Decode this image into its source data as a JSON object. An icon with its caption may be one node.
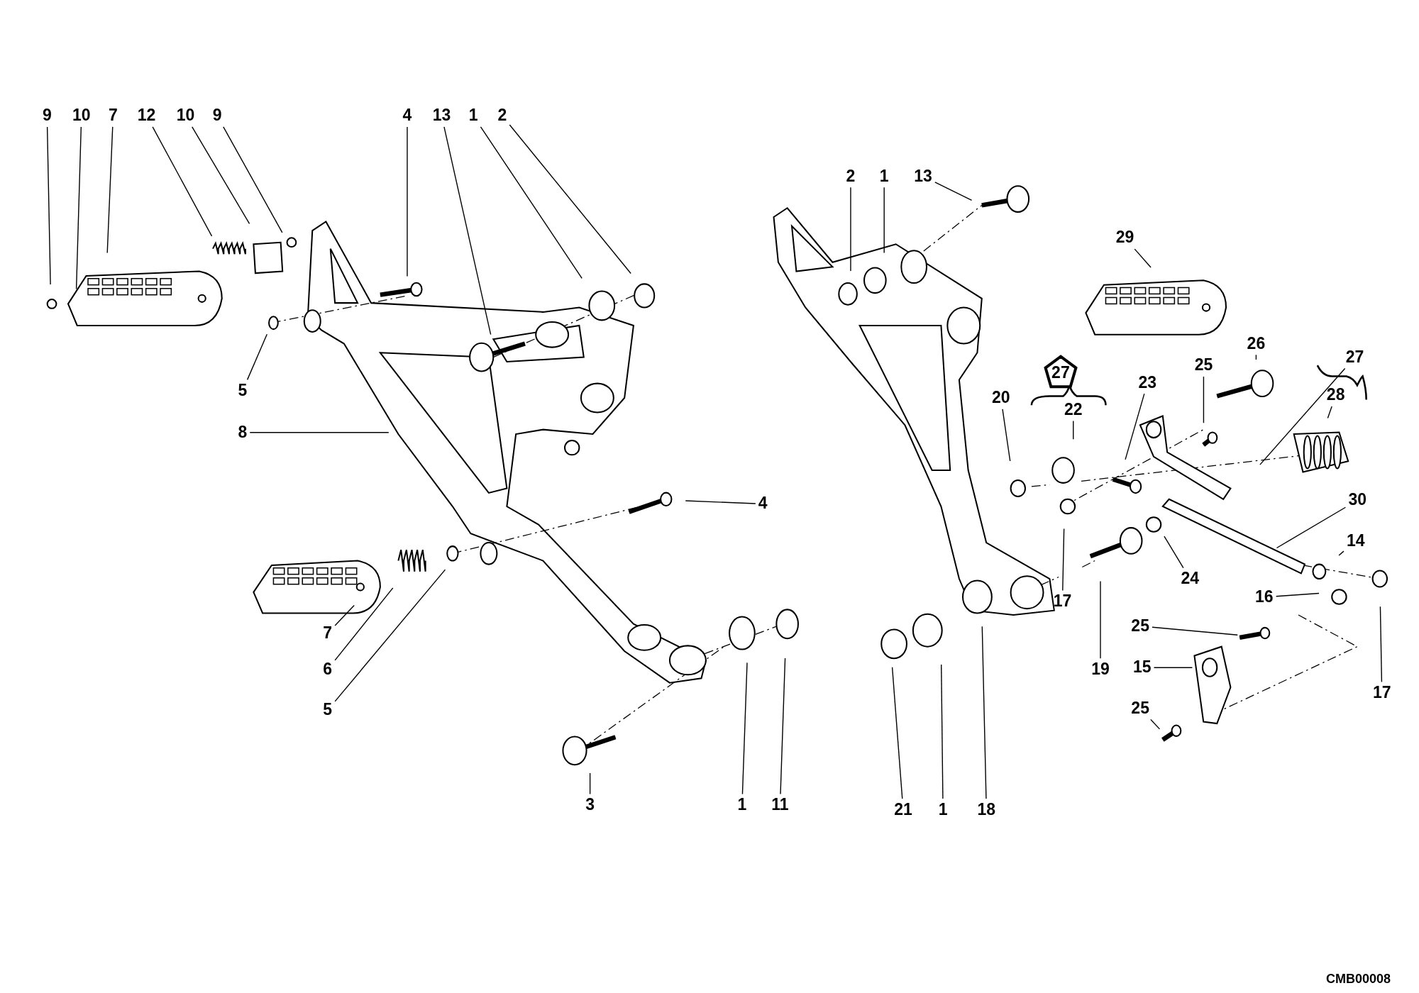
{
  "diagram": {
    "nodes": [
      {
        "text": [
          "9"
        ]
      },
      {
        "text": [
          "10"
        ]
      },
      {
        "text": [
          "7"
        ]
      },
      {
        "text": [
          "12"
        ]
      },
      {
        "text": [
          "10"
        ]
      },
      {
        "text": [
          "9"
        ]
      },
      {
        "text": [
          "4"
        ]
      },
      {
        "text": [
          "13"
        ]
      },
      {
        "text": [
          "1"
        ]
      },
      {
        "text": [
          "2"
        ]
      },
      {
        "text": [
          "5"
        ]
      },
      {
        "text": [
          "8"
        ]
      },
      {
        "text": [
          "4"
        ]
      },
      {
        "text": [
          "7"
        ]
      },
      {
        "text": [
          "6"
        ]
      },
      {
        "text": [
          "5"
        ]
      },
      {
        "text": [
          "3"
        ]
      },
      {
        "text": [
          "1"
        ]
      },
      {
        "text": [
          "11"
        ]
      },
      {
        "text": [
          "2"
        ]
      },
      {
        "text": [
          "1"
        ]
      },
      {
        "text": [
          "13"
        ]
      },
      {
        "text": [
          "29"
        ]
      },
      {
        "text": [
          "26"
        ]
      },
      {
        "text": [
          "25"
        ]
      },
      {
        "text": [
          "23"
        ]
      },
      {
        "text": [
          "20"
        ]
      },
      {
        "text": [
          "27"
        ]
      },
      {
        "text": [
          "22"
        ]
      },
      {
        "text": [
          "27"
        ]
      },
      {
        "text": [
          "28"
        ]
      },
      {
        "text": [
          "30"
        ]
      },
      {
        "text": [
          "14"
        ]
      },
      {
        "text": [
          "24"
        ]
      },
      {
        "text": [
          "16"
        ]
      },
      {
        "text": [
          "17"
        ]
      },
      {
        "text": [
          "19"
        ]
      },
      {
        "text": [
          "17"
        ]
      },
      {
        "text": [
          "25"
        ]
      },
      {
        "text": [
          "15"
        ]
      },
      {
        "text": [
          "25"
        ]
      },
      {
        "text": [
          "21"
        ]
      },
      {
        "text": [
          "1"
        ]
      },
      {
        "text": [
          "18"
        ]
      }
    ],
    "edges": [
      {
        "from": 0,
        "to": null,
        "arrow": "none"
      },
      {
        "from": 1,
        "to": null,
        "arrow": "none"
      },
      {
        "from": 2,
        "to": null,
        "arrow": "none"
      },
      {
        "from": 3,
        "to": null,
        "arrow": "none"
      },
      {
        "from": 4,
        "to": null,
        "arrow": "none"
      },
      {
        "from": 5,
        "to": null,
        "arrow": "none"
      },
      {
        "from": 6,
        "to": null,
        "arrow": "none"
      },
      {
        "from": 7,
        "to": null,
        "arrow": "none"
      },
      {
        "from": 8,
        "to": null,
        "arrow": "none"
      },
      {
        "from": 9,
        "to": null,
        "arrow": "none"
      },
      {
        "from": 10,
        "to": null,
        "arrow": "none"
      },
      {
        "from": 11,
        "to": null,
        "arrow": "none"
      },
      {
        "from": 12,
        "to": null,
        "arrow": "none"
      },
      {
        "from": 13,
        "to": null,
        "arrow": "none"
      },
      {
        "from": 14,
        "to": null,
        "arrow": "none"
      },
      {
        "from": 15,
        "to": null,
        "arrow": "none"
      },
      {
        "from": 16,
        "to": null,
        "arrow": "none"
      },
      {
        "from": 17,
        "to": null,
        "arrow": "none"
      },
      {
        "from": 18,
        "to": null,
        "arrow": "none"
      },
      {
        "from": 19,
        "to": null,
        "arrow": "none"
      },
      {
        "from": 20,
        "to": null,
        "arrow": "none"
      },
      {
        "from": 21,
        "to": null,
        "arrow": "none"
      },
      {
        "from": 22,
        "to": null,
        "arrow": "none"
      },
      {
        "from": 23,
        "to": null,
        "arrow": "none"
      },
      {
        "from": 24,
        "to": null,
        "arrow": "none"
      },
      {
        "from": 25,
        "to": null,
        "arrow": "none"
      },
      {
        "from": 26,
        "to": null,
        "arrow": "none"
      },
      {
        "from": 28,
        "to": null,
        "arrow": "none"
      },
      {
        "from": 29,
        "to": null,
        "arrow": "none"
      },
      {
        "from": 30,
        "to": null,
        "arrow": "none"
      },
      {
        "from": 31,
        "to": null,
        "arrow": "none"
      },
      {
        "from": 32,
        "to": null,
        "arrow": "none"
      },
      {
        "from": 33,
        "to": null,
        "arrow": "none"
      },
      {
        "from": 34,
        "to": null,
        "arrow": "none"
      },
      {
        "from": 35,
        "to": null,
        "arrow": "none"
      },
      {
        "from": 36,
        "to": null,
        "arrow": "none"
      },
      {
        "from": 37,
        "to": null,
        "arrow": "none"
      },
      {
        "from": 38,
        "to": null,
        "arrow": "none"
      },
      {
        "from": 39,
        "to": null,
        "arrow": "none"
      },
      {
        "from": 40,
        "to": null,
        "arrow": "none"
      },
      {
        "from": 41,
        "to": null,
        "arrow": "none"
      },
      {
        "from": 42,
        "to": null,
        "arrow": "none"
      },
      {
        "from": 43,
        "to": null,
        "arrow": "none"
      }
    ],
    "labels": [
      "CMB00008"
    ]
  }
}
